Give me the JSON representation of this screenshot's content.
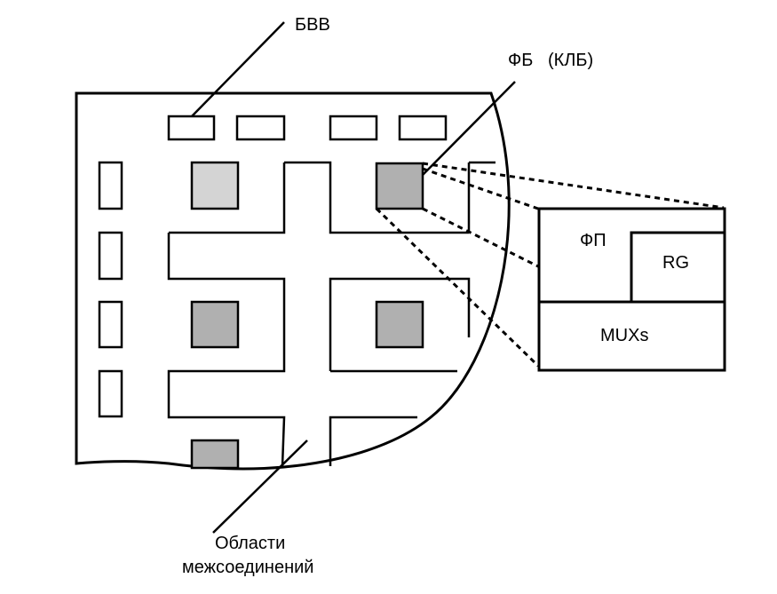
{
  "labels": {
    "io_blocks": "БВВ",
    "logic_block": "ФБ   (КЛБ)",
    "function_generator": "ФП",
    "register": "RG",
    "multiplexers": "MUXs",
    "interconnect_line1": "Области",
    "interconnect_line2": "межсоединений"
  },
  "colors": {
    "light_block": "#d4d4d4",
    "dark_block": "#b0b0b0",
    "line": "#000000",
    "background": "#ffffff"
  }
}
